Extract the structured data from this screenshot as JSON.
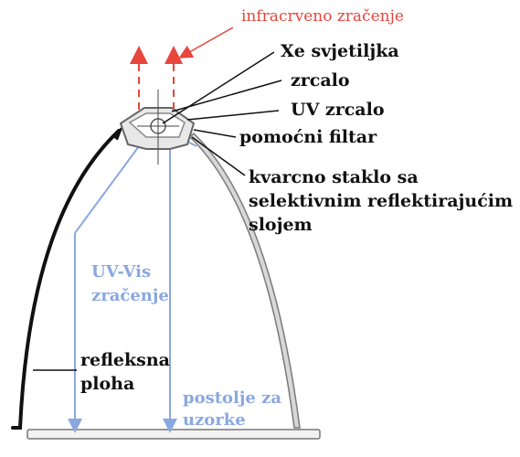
{
  "labels": {
    "infrared": "infracrveno zračenje",
    "xe_lamp": "Xe svjetiljka",
    "mirror": "zrcalo",
    "uv_mirror": "UV zrcalo",
    "aux_filter": "pomoćni filtar",
    "quartz_line1": "kvarcno staklo sa",
    "quartz_line2": "selektivnim reflektirajućim",
    "quartz_line3": "slojem",
    "uvvis_line1": "UV-Vis",
    "uvvis_line2": "zračenje",
    "reflective_line1": "refleksna",
    "reflective_line2": "ploha",
    "stand_line1": "postolje za",
    "stand_line2": "uzorke"
  },
  "colors": {
    "infrared": "#e8453c",
    "uv_vis": "#8aa8e0",
    "arc_dark": "#111111",
    "arc_gray": "#8c8c8c"
  }
}
